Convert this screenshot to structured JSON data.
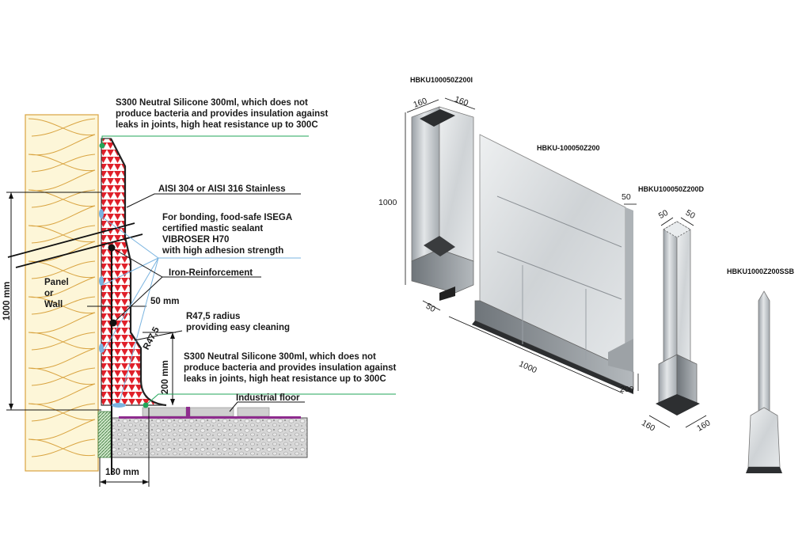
{
  "colors": {
    "insulation_fill": "#fdf6d8",
    "insulation_line": "#d9a441",
    "sealant_red": "#e0202a",
    "leader_blue": "#7ab4e0",
    "leader_green": "#22a65a",
    "floor_gray": "#c8c8c8",
    "steel_light": "#d9dde0",
    "steel_dark": "#7d8287",
    "accent_purple": "#8e2c8e"
  },
  "section": {
    "silicone_top": [
      "S300 Neutral Silicone 300ml, which does not",
      "produce bacteria and provides insulation against",
      "leaks in joints, high heat resistance up to 300C"
    ],
    "stainless": "AISI 304 or AISI 316 Stainless",
    "bonding": [
      "For bonding, food-safe ISEGA",
      "certified mastic sealant",
      "VIBROSER H70",
      "with high adhesion strength"
    ],
    "reinforcement": "Iron-Reinforcement",
    "panel": [
      "Panel",
      "or",
      "Wall"
    ],
    "dim_50": "50 mm",
    "radius": [
      "R47,5 radius",
      "providing easy cleaning"
    ],
    "r_small": "R47,5",
    "dim_200": "200 mm",
    "silicone_bottom": [
      "S300 Neutral Silicone 300ml, which does not",
      "produce bacteria and provides insulation against",
      "leaks in joints, high heat resistance up to 300C"
    ],
    "floor": "Industrial floor",
    "dim_1000": "1000 mm",
    "dim_130": "130 mm"
  },
  "products": {
    "inner_corner": {
      "code": "HBKU100050Z200I",
      "dims": [
        "160",
        "160",
        "1000",
        "50"
      ]
    },
    "straight": {
      "code": "HBKU-100050Z200",
      "dims": [
        "50",
        "1000",
        "200"
      ]
    },
    "outer_corner": {
      "code": "HBKU100050Z200D",
      "dims": [
        "50",
        "50",
        "160",
        "160"
      ]
    },
    "column": {
      "code": "HBKU1000Z200SSB"
    }
  }
}
